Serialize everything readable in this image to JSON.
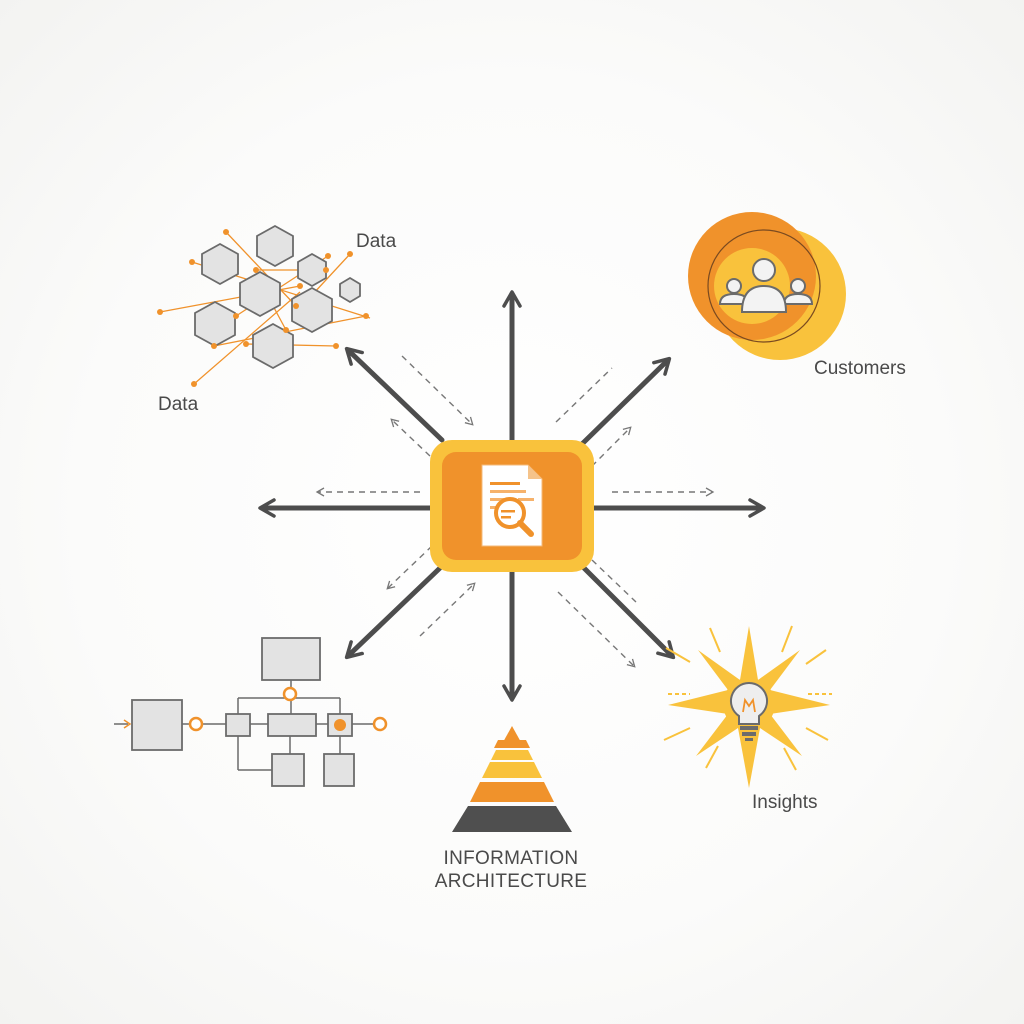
{
  "labels": {
    "data_top": "Data",
    "data_left": "Data",
    "customers": "Customers",
    "insights": "Insights",
    "ia_line1": "INFORMATION",
    "ia_line2": "ARCHITECTURE"
  },
  "colors": {
    "accent": "#F0922B",
    "accent_light": "#F9C23C",
    "arrow": "#4d4d4d",
    "node_fill": "#e3e3e3",
    "node_stroke": "#6b6b6b",
    "pyramid_top": "#F0922B",
    "pyramid_mid": "#F9C23C",
    "pyramid_base": "#4f4f4f"
  },
  "icons": {
    "center": "document-search-icon",
    "customers": "people-group-icon",
    "insights": "lightbulb-sunburst-icon",
    "data": "hexagon-network-icon",
    "process": "flowchart-icon",
    "ia": "pyramid-icon"
  }
}
